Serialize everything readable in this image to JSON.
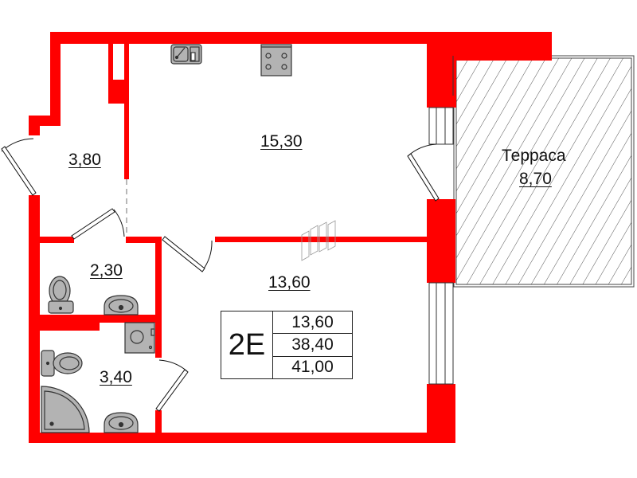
{
  "plan": {
    "apartment_code": "2E",
    "summary": {
      "living_area": "13,60",
      "total_area": "38,40",
      "total_with_terrace": "41,00"
    },
    "rooms": [
      {
        "id": "hall",
        "area": "3,80"
      },
      {
        "id": "kitchen",
        "area": "15,30"
      },
      {
        "id": "bedroom",
        "area": "13,60"
      },
      {
        "id": "wc",
        "area": "2,30"
      },
      {
        "id": "bathroom",
        "area": "3,40"
      },
      {
        "id": "terrace",
        "title": "Терраса",
        "area": "8,70"
      }
    ],
    "icons": [
      "sink-icon",
      "stove-icon",
      "toilet-icon",
      "washbasin-icon",
      "washing-machine-icon",
      "shower-icon"
    ],
    "colors": {
      "wall": "#ff0000",
      "fixture_fill": "#b3b3b3",
      "fixture_stroke": "#333333",
      "hatch": "#555555"
    }
  }
}
